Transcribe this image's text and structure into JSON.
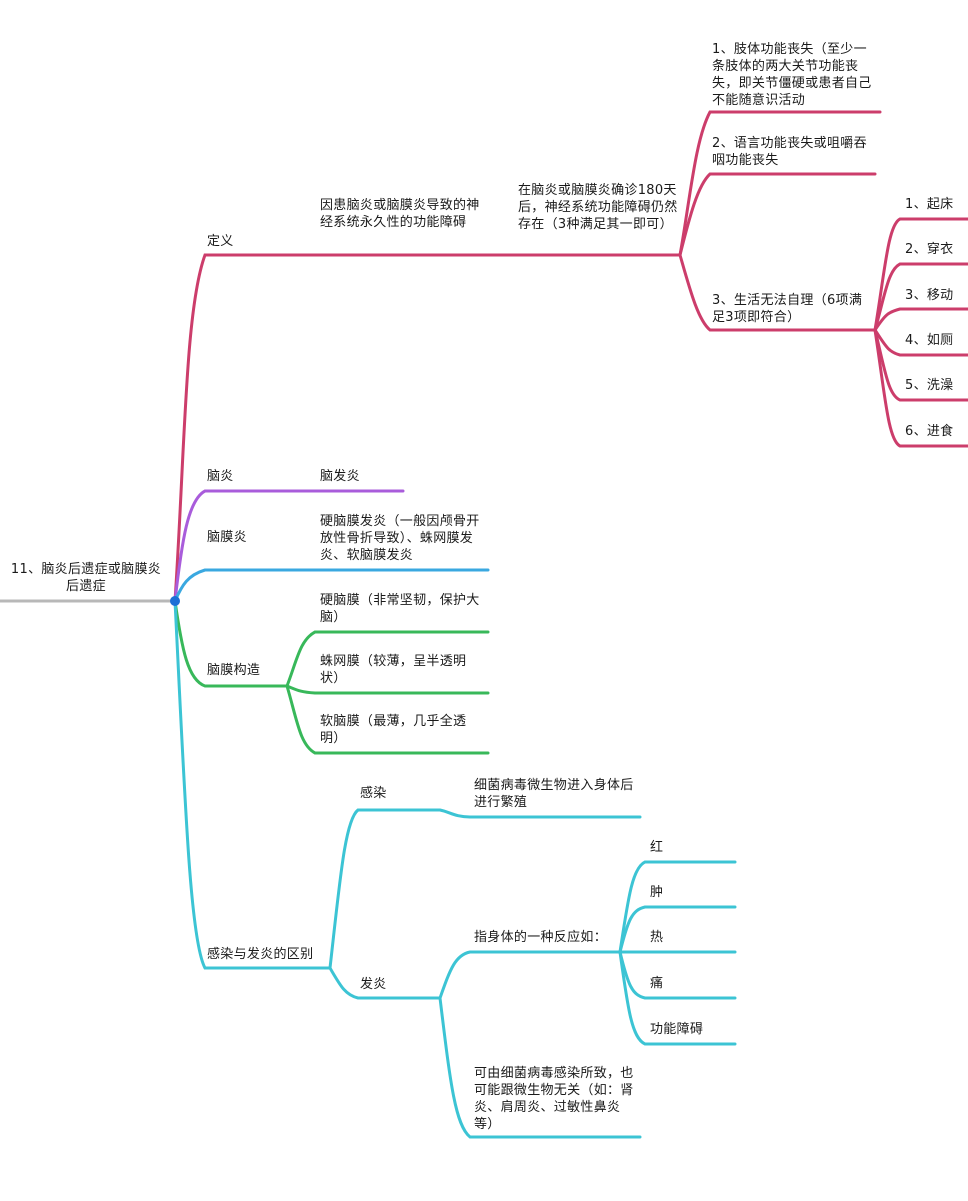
{
  "mindmap": {
    "root": "11、脑炎后遗症或脑膜炎后遗症",
    "colors": {
      "root": "#b8b8b8",
      "definition": "#cc3d6b",
      "encephalitis": "#a95cdb",
      "meningitis": "#3aa8e0",
      "meninges": "#38b85a",
      "infection": "#3cc4d4",
      "center_dot": "#1b6fd6"
    },
    "definition": {
      "label": "定义",
      "detail": "因患脑炎或脑膜炎导致的神经系统永久性的功能障碍",
      "condition": "在脑炎或脑膜炎确诊180天后，神经系统功能障碍仍然存在（3种满足其一即可）",
      "items": {
        "limb": "1、肢体功能丧失（至少一条肢体的两大关节功能丧失，即关节僵硬或患者自己不能随意识活动",
        "speech": "2、语言功能丧失或咀嚼吞咽功能丧失",
        "selfcare": "3、生活无法自理（6项满足3项即符合）"
      },
      "selfcare_items": [
        "1、起床",
        "2、穿衣",
        "3、移动",
        "4、如厕",
        "5、洗澡",
        "6、进食"
      ]
    },
    "encephalitis": {
      "label": "脑炎",
      "detail": "脑发炎"
    },
    "meningitis": {
      "label": "脑膜炎",
      "detail": "硬脑膜发炎（一般因颅骨开放性骨折导致）、蛛网膜发炎、软脑膜发炎"
    },
    "meninges": {
      "label": "脑膜构造",
      "items": [
        "硬脑膜（非常坚韧，保护大脑）",
        "蛛网膜（较薄，呈半透明状）",
        "软脑膜（最薄，几乎全透明）"
      ]
    },
    "difference": {
      "label": "感染与发炎的区别",
      "infection": {
        "label": "感染",
        "detail": "细菌病毒微生物进入身体后进行繁殖"
      },
      "inflammation": {
        "label": "发炎",
        "reaction": "指身体的一种反应如：",
        "reaction_items": [
          "红",
          "肿",
          "热",
          "痛",
          "功能障碍"
        ],
        "cause": "可由细菌病毒感染所致，也可能跟微生物无关（如：肾炎、肩周炎、过敏性鼻炎等）"
      }
    }
  }
}
